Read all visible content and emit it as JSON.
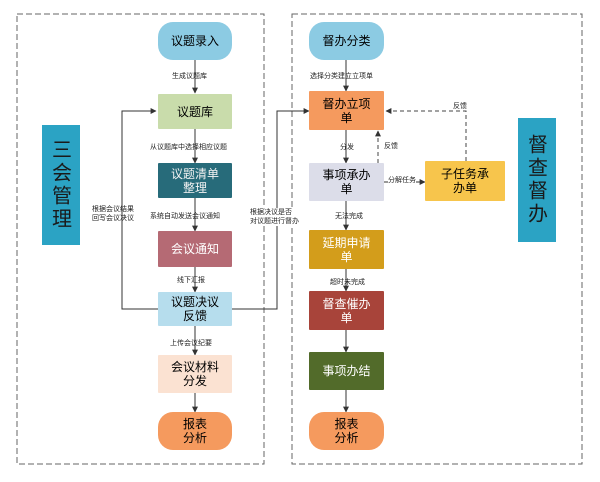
{
  "left_panel": {
    "title": "三会管理",
    "nodes": {
      "entry": "议题录入",
      "library": "议题库",
      "list": "议题清单\n整理",
      "notice": "会议通知",
      "feedback": "议题决议\n反馈",
      "materials": "会议材料\n分发",
      "report": "报表\n分析"
    },
    "labels": {
      "gen_library": "生成议题库",
      "select_topics": "从议题库中选择相应议题",
      "auto_notice": "系统自动发送会议通知",
      "offline_report": "线下汇报",
      "upload_minutes": "上传会议纪要",
      "write_back": "根据会议结果\n回写会议决议",
      "supervise_decision": "根据决议是否\n对议题进行督办"
    }
  },
  "right_panel": {
    "title": "督查督办",
    "nodes": {
      "category": "督办分类",
      "project": "督办立项\n单",
      "undertake": "事项承办\n单",
      "subtask": "子任务承\n办单",
      "extension": "延期申请\n单",
      "urge": "督查催办\n单",
      "complete": "事项办结",
      "report": "报表\n分析"
    },
    "labels": {
      "select_category": "选择分类建立立项单",
      "dispatch": "分发",
      "cannot_complete": "无法完成",
      "overdue": "超时未完成",
      "decompose": "分解任务",
      "feedback_1": "反馈",
      "feedback_2": "反馈"
    }
  },
  "colors": {
    "oval_blue": "#8ccbe3",
    "light_green": "#c9dcab",
    "dark_teal": "#276b7a",
    "mauve": "#b56a74",
    "light_blue": "#b6dded",
    "peach": "#fbe2d2",
    "orange": "#f59a5e",
    "mustard": "#d39d1b",
    "dark_red": "#a8443a",
    "dark_olive": "#526b2a",
    "gray_box": "#dcdde9",
    "yellow": "#f7c54c",
    "side_blue": "#2ba3c4"
  }
}
